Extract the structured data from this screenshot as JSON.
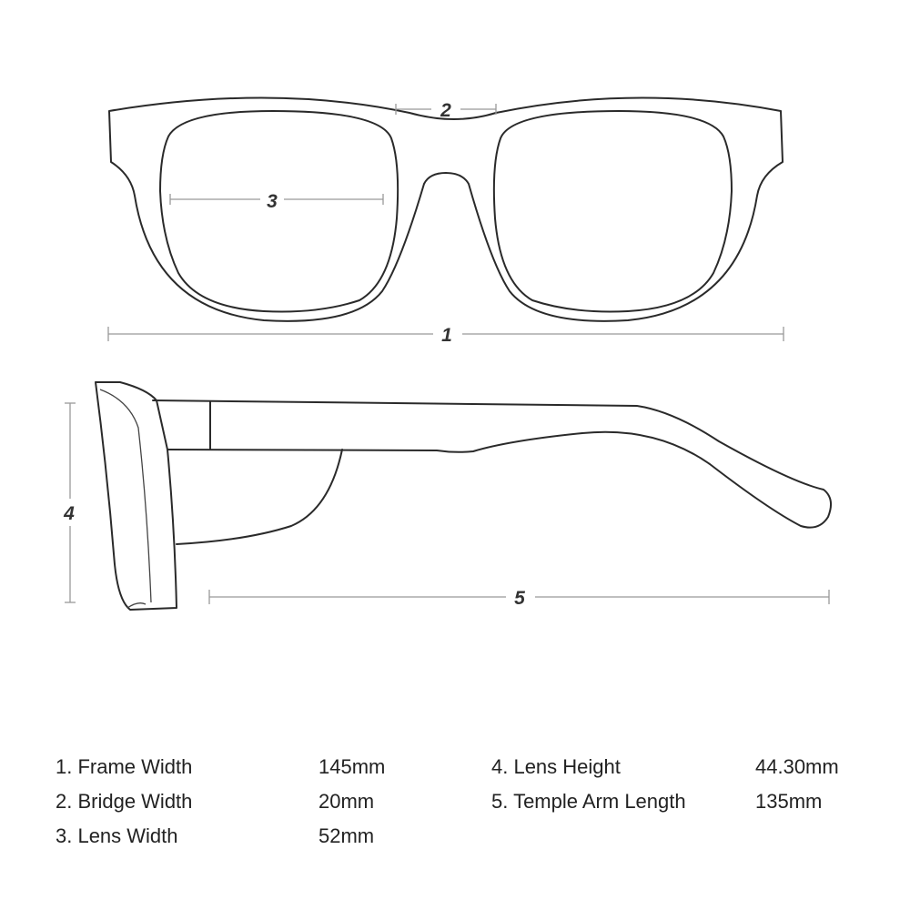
{
  "dimension_labels": {
    "frame_width": "1",
    "bridge_width": "2",
    "lens_width": "3",
    "lens_height": "4",
    "temple_arm_length": "5"
  },
  "specs": [
    {
      "label": "1. Frame Width",
      "value": "145mm"
    },
    {
      "label": "2. Bridge Width",
      "value": "20mm"
    },
    {
      "label": "3. Lens Width",
      "value": "52mm"
    },
    {
      "label": "4. Lens Height",
      "value": "44.30mm"
    },
    {
      "label": "5. Temple Arm Length",
      "value": "135mm"
    }
  ],
  "colors": {
    "outline": "#2a2a2a",
    "dimension_line": "#999999",
    "text": "#222222"
  }
}
